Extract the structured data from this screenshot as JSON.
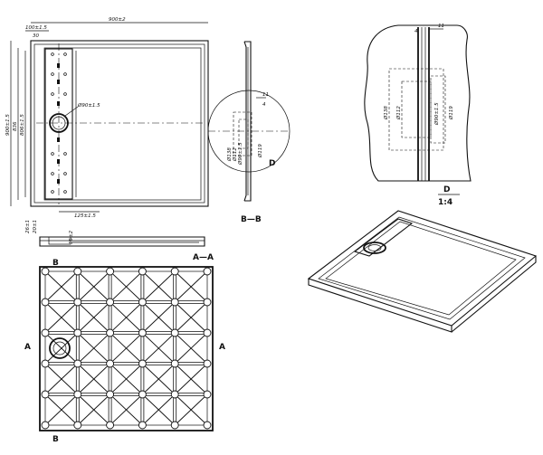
{
  "dimensions": {
    "top_width": "900±2",
    "flange_width": "100±1.5",
    "flange_inner": "30",
    "side_height": "900±1.5",
    "inner_836": "836",
    "inner_806": "806±1.5",
    "drain_diameter": "Ø90±1.5",
    "drain_offset": "125±1.5",
    "section_thickness_26": "26±1",
    "section_thickness_20": "20±1",
    "section_15": "15±2",
    "bb_11": "11",
    "bb_4": "4",
    "bb_d138": "Ø138",
    "bb_d112": "Ø112",
    "bb_d90": "Ø90±1.5",
    "bb_d119": "Ø119",
    "d_11": "11",
    "d_4": "4",
    "d_d138": "Ø138",
    "d_d112": "Ø112",
    "d_d90": "Ø90±1.5",
    "d_d119": "Ø119"
  },
  "labels": {
    "section_aa": "A—A",
    "section_bb": "B—B",
    "detail_d": "D",
    "detail_name": "D",
    "detail_scale": "1:4",
    "a_left": "A",
    "a_right": "A",
    "b_top": "B",
    "b_bottom": "B"
  }
}
